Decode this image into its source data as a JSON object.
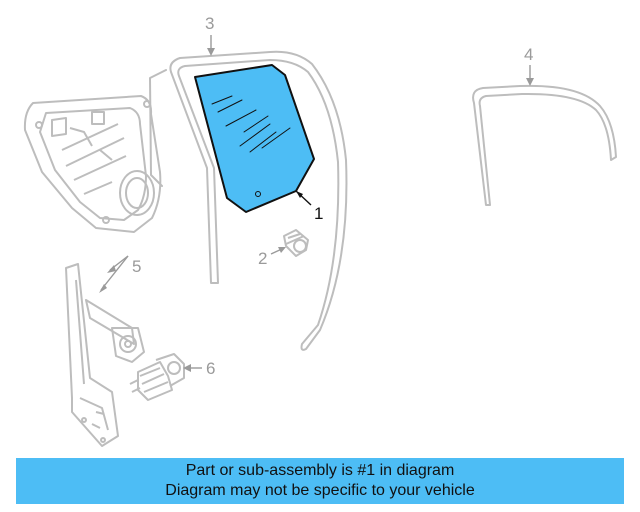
{
  "colors": {
    "highlight": "#4DBDF5",
    "banner": "#4DBDF5",
    "active_line": "#111111",
    "ghost_line": "#BDBDBD",
    "ghost_text": "#9A9A9A"
  },
  "callouts": {
    "part1": "1",
    "part2": "2",
    "part3": "3",
    "part4": "4",
    "part5": "5",
    "part6": "6"
  },
  "banner": {
    "line1": "Part or sub-assembly is #1 in diagram",
    "line2": "Diagram may not be specific to your vehicle"
  },
  "parts": [
    {
      "number": "1",
      "highlighted": true
    },
    {
      "number": "2",
      "highlighted": false
    },
    {
      "number": "3",
      "highlighted": false
    },
    {
      "number": "4",
      "highlighted": false
    },
    {
      "number": "5",
      "highlighted": false
    },
    {
      "number": "6",
      "highlighted": false
    }
  ]
}
